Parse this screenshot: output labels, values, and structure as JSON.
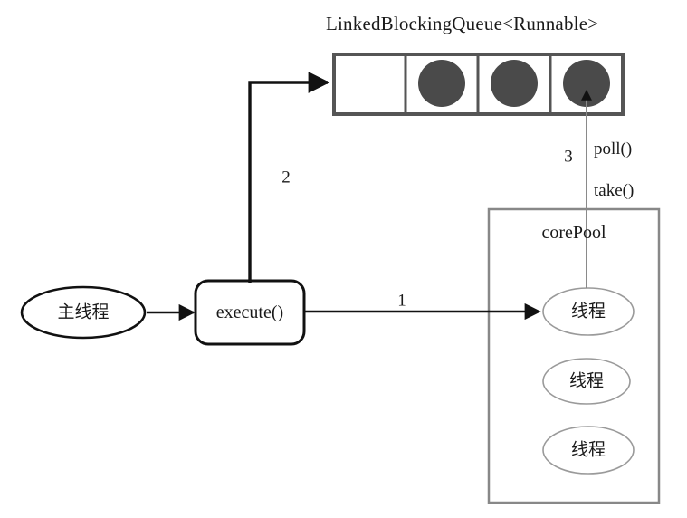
{
  "diagram": {
    "title": "LinkedBlockingQueue<Runnable>",
    "colors": {
      "background": "#ffffff",
      "stroke_dark": "#111111",
      "stroke_gray": "#7a7a7a",
      "queue_border": "#555555",
      "task_fill": "#4a4a4a",
      "text": "#1a1a1a"
    },
    "queue": {
      "label": "LinkedBlockingQueue<Runnable>",
      "cells": [
        {
          "name": "queue-cell-0",
          "filled": false
        },
        {
          "name": "queue-cell-1",
          "filled": true
        },
        {
          "name": "queue-cell-2",
          "filled": true
        },
        {
          "name": "queue-cell-3",
          "filled": true
        }
      ]
    },
    "main_thread": {
      "label": "主线程"
    },
    "execute_node": {
      "label": "execute()"
    },
    "core_pool": {
      "label": "corePool",
      "threads": [
        {
          "label": "线程"
        },
        {
          "label": "线程"
        },
        {
          "label": "线程"
        }
      ]
    },
    "edges": {
      "submit_to_pool": {
        "number": "1"
      },
      "submit_to_queue": {
        "number": "2"
      },
      "fetch_from_queue": {
        "number": "3",
        "method_poll": "poll()",
        "method_take": "take()"
      }
    }
  }
}
